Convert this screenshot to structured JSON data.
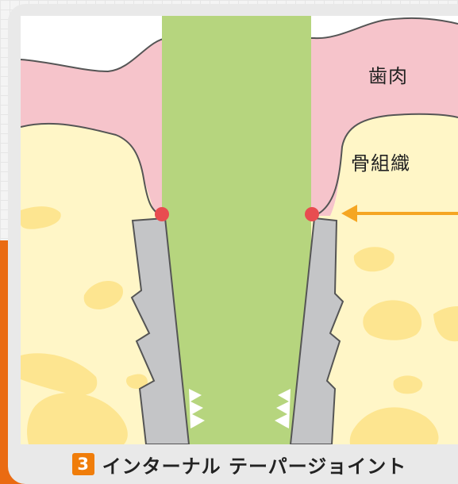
{
  "labels": {
    "gum": "歯肉",
    "bone": "骨組織"
  },
  "caption": {
    "number": "3",
    "text": "インターナル テーパージョイント"
  },
  "colors": {
    "gum": "#f6c4cb",
    "bone": "#fff6c7",
    "bone_pocket": "#fde590",
    "abutment": "#b6d57e",
    "implant": "#c4c5c7",
    "contact_point": "#e84c50",
    "arrow": "#f5a623",
    "badge": "#f07d0a"
  },
  "icons": [
    "contact-point-icon",
    "arrow-left-icon"
  ]
}
